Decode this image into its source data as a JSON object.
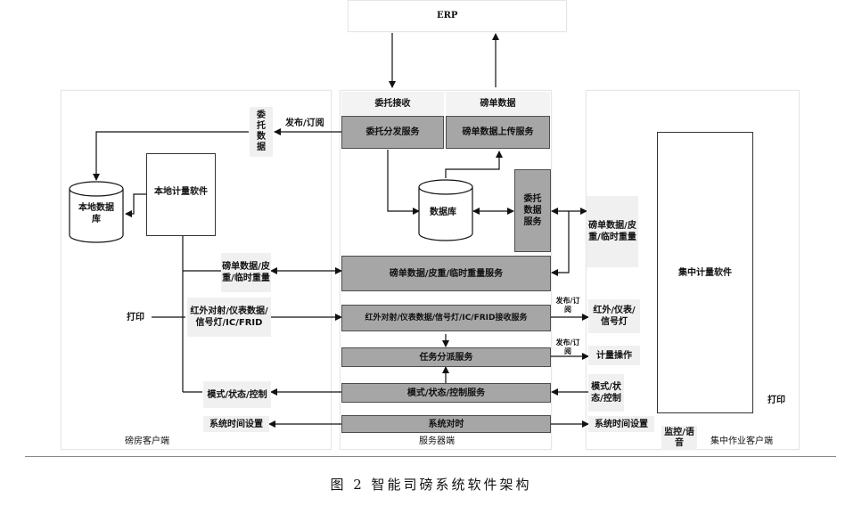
{
  "erp": "ERP",
  "server_header": {
    "commission_receive": "委托接收",
    "weigh_data": "磅单数据"
  },
  "services": {
    "dispatch": "委托分发服务",
    "upload": "磅单数据上传服务",
    "database": "数据库",
    "commission_data": "委托数据服务",
    "weigh_tare": "磅单数据/皮重/临时重量服务",
    "ir_receive": "红外对射/仪表数据/信号灯/IC/FRID接收服务",
    "task": "任务分派服务",
    "mode": "模式/状态/控制服务",
    "time_sync": "系统对时"
  },
  "left": {
    "commission_data": "委托数据",
    "pub_sub": "发布/订阅",
    "local_db": "本地数据库",
    "local_software": "本地计量软件",
    "weigh_tare": "磅单数据/皮重/临时重量",
    "print": "打印",
    "ir_data": "红外对射/仪表数据/信号灯/IC/FRID",
    "mode_control": "模式/状态/控制",
    "time_setting": "系统时间设置",
    "footer": "磅房客户端"
  },
  "server_footer": "服务器端",
  "right": {
    "weigh_tare": "磅单数据/皮重/临时重量",
    "pub_sub_1": "发布/订阅",
    "pub_sub_2": "发布/订阅",
    "ir_signal": "红外/仪表/信号灯",
    "measure_op": "计量操作",
    "mode": "模式/状态/控制",
    "time_setting": "系统时间设置",
    "central_software": "集中计量软件",
    "print": "打印",
    "monitor_voice": "监控/语音",
    "footer": "集中作业客户端"
  },
  "caption": "图 2    智能司磅系统软件架构"
}
